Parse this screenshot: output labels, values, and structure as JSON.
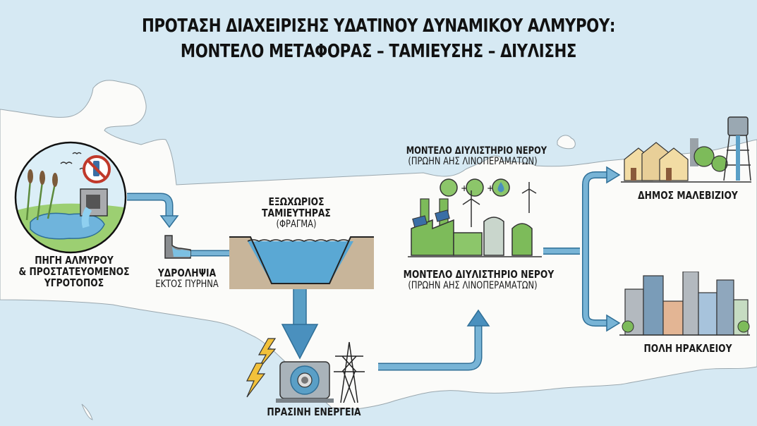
{
  "title": {
    "line1": "ΠΡΟΤΑΣΗ ΔΙΑΧΕΙΡΙΣΗΣ ΥΔΑΤΙΝΟΥ ΔΥΝΑΜΙΚΟΥ ΑΛΜΥΡΟΥ:",
    "line2": "ΜΟΝΤΕΛΟ ΜΕΤΑΦΟΡΑΣ – ΤΑΜΙΕΥΣΗΣ – ΔΙΥΛΙΣΗΣ"
  },
  "nodes": {
    "source": {
      "line1": "ΠΗΓΗ ΑΛΜΥΡΟΥ",
      "line2": "& ΠΡΟΣΤΑΤΕΥΟΜΕΝΟΣ",
      "line3": "ΥΓΡΟΤΟΠΟΣ",
      "icon": "wetland-spring-icon",
      "badge": "no-plastic-bottle-icon"
    },
    "intake": {
      "line1": "ΥΔΡΟΛΗΨΙΑ",
      "line2": "ΕΚΤΟΣ ΠΥΡΗΝΑ",
      "icon": "water-intake-icon"
    },
    "reservoir": {
      "line1": "ΕΞΩΧΩΡΙΟΣ",
      "line2": "ΤΑΜΙΕΥΤΗΡΑΣ",
      "line3": "(ΦΡΑΓΜΑ)",
      "icon": "dam-reservoir-icon"
    },
    "energy": {
      "line1": "ΠΡΑΣΙΝΗ ΕΝΕΡΓΕΙΑ",
      "icon": "turbine-generator-icon"
    },
    "plant_top": {
      "line1": "ΜΟΝΤΕΛΟ ΔΙΥΛΙΣΤΗΡΙΟ ΝΕΡΟΥ",
      "line2": "(ΠΡΩΗΝ ΑΗΣ ΛΙΝΟΠΕΡΑΜΑΤΩΝ)"
    },
    "plant": {
      "line1": "ΜΟΝΤΕΛΟ ΔΙΥΛΙΣΤΗΡΙΟ ΝΕΡΟΥ",
      "line2": "(ΠΡΩΗΝ ΑΗΣ ΛΙΝΟΠΕΡΑΜΑΤΩΝ)",
      "icon": "green-factory-icon",
      "process": [
        "sedimentation-icon",
        "filter-icon",
        "water-drop-icon"
      ],
      "plus": "+"
    },
    "malevizi": {
      "line1": "ΔΗΜΟΣ ΜΑΛΕΒΙΖΙΟΥ",
      "icon": "town-houses-icon"
    },
    "heraklion": {
      "line1": "ΠΟΛΗ ΗΡΑΚΛΕΙΟΥ",
      "icon": "city-skyline-icon"
    }
  },
  "colors": {
    "sea": "#d6e9f3",
    "land": "#fbfbf9",
    "pipe": "#5a9fc6",
    "pipe_dark": "#2f6f97",
    "green": "#7dbb5a",
    "earth": "#c8b59a",
    "bolt": "#f2c13b"
  }
}
